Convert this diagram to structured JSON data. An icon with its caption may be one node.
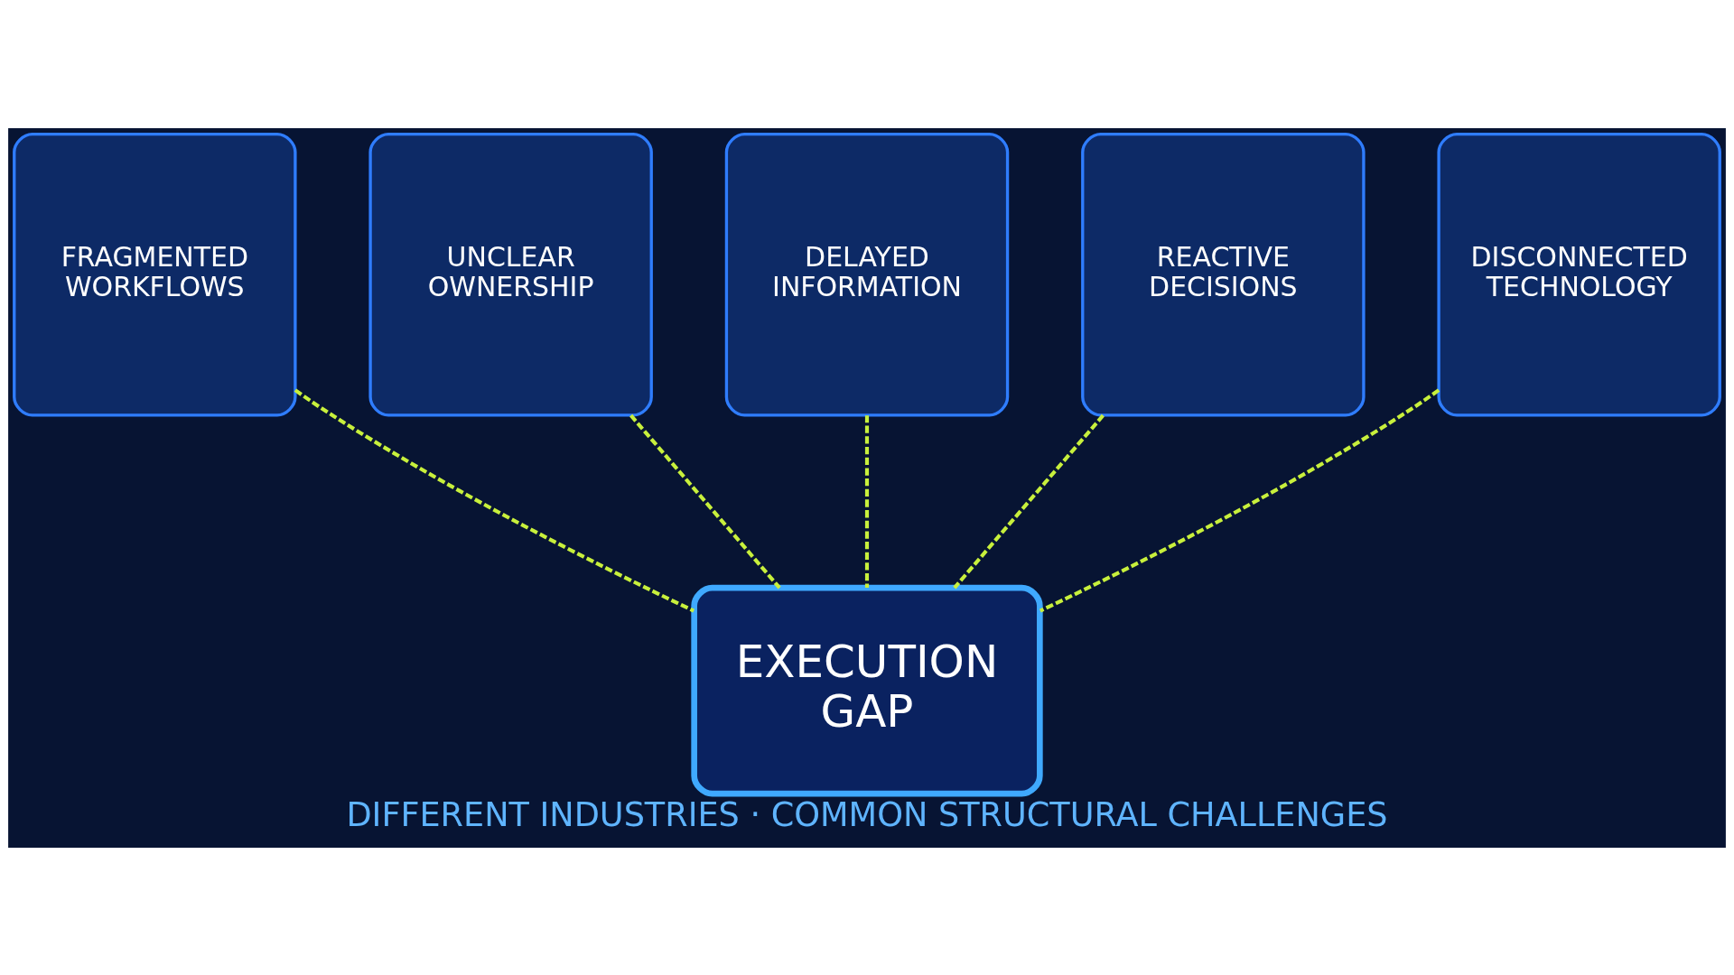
{
  "diagram": {
    "caption": "DIFFERENT INDUSTRIES · COMMON STRUCTURAL CHALLENGES",
    "nodes": [
      {
        "text": [
          "FRAGMENTED WORKFLOWS"
        ]
      },
      {
        "text": [
          "UNCLEAR OWNERSHIP"
        ]
      },
      {
        "text": [
          "DELAYED INFORMATION"
        ]
      },
      {
        "text": [
          "REACTIVE DECISIONS"
        ]
      },
      {
        "text": [
          "DISCONNECTED TECHNOLOGY"
        ]
      },
      {
        "text": [
          "EXECUTION GAP"
        ]
      }
    ],
    "edges": [
      {
        "from": 0,
        "to": 5,
        "arrow": "none",
        "style": "dashed"
      },
      {
        "from": 1,
        "to": 5,
        "arrow": "none",
        "style": "dashed"
      },
      {
        "from": 2,
        "to": 5,
        "arrow": "none",
        "style": "dashed"
      },
      {
        "from": 3,
        "to": 5,
        "arrow": "none",
        "style": "dashed"
      },
      {
        "from": 4,
        "to": 5,
        "arrow": "none",
        "style": "dashed"
      }
    ]
  }
}
